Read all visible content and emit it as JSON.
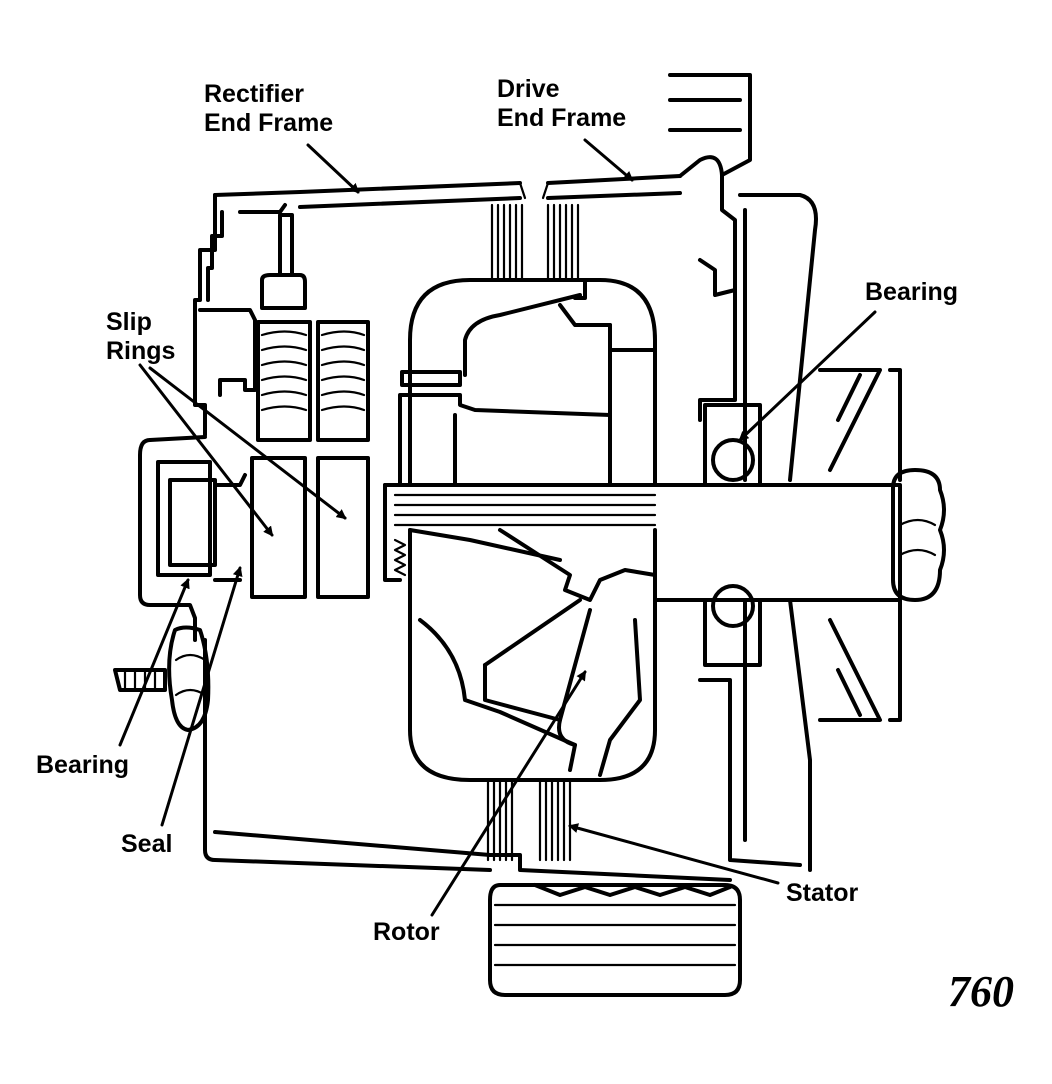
{
  "labels": {
    "rectifier_end_frame_1": "Rectifier",
    "rectifier_end_frame_2": "End Frame",
    "drive_end_frame_1": "Drive",
    "drive_end_frame_2": "End Frame",
    "slip_rings_1": "Slip",
    "slip_rings_2": "Rings",
    "bearing_right": "Bearing",
    "bearing_left": "Bearing",
    "seal": "Seal",
    "rotor": "Rotor",
    "stator": "Stator"
  },
  "figure_number": "760",
  "colors": {
    "ink": "#000000",
    "paper": "#ffffff"
  }
}
